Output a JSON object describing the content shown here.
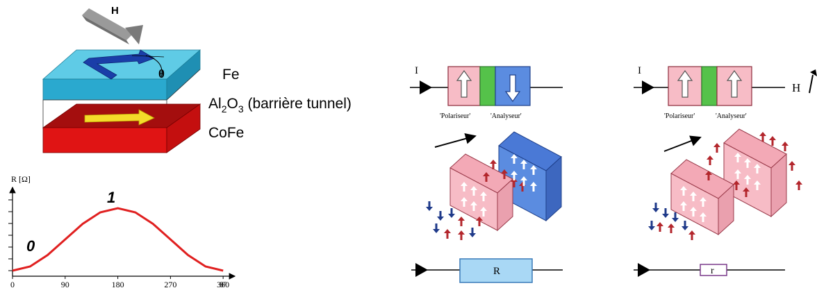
{
  "stack": {
    "field_label": "H",
    "angle_label": "θ",
    "layers": [
      {
        "name": "Fe",
        "color": "#29b6d8"
      },
      {
        "name": "Al₂O₃ (barrière tunnel)",
        "color": "#ffffff"
      },
      {
        "name": "CoFe",
        "color": "#c81414"
      }
    ],
    "label_fe": "Fe",
    "label_al_main": "Al",
    "label_al_sub1": "2",
    "label_al_mid": "O",
    "label_al_sub2": "3",
    "label_al_rest": " (barrière tunnel)",
    "label_cofe": "CoFe"
  },
  "chart_data": {
    "type": "line",
    "ylabel": "R [Ω]",
    "xlabel": "θ°",
    "x_ticks": [
      0,
      90,
      180,
      270,
      360
    ],
    "xlim": [
      0,
      380
    ],
    "series": [
      {
        "points": [
          [
            0,
            0
          ],
          [
            30,
            0.067
          ],
          [
            60,
            0.25
          ],
          [
            90,
            0.5
          ],
          [
            120,
            0.75
          ],
          [
            150,
            0.933
          ],
          [
            180,
            1
          ],
          [
            210,
            0.933
          ],
          [
            240,
            0.75
          ],
          [
            270,
            0.5
          ],
          [
            300,
            0.25
          ],
          [
            330,
            0.067
          ],
          [
            360,
            0
          ]
        ],
        "color": "#e02020"
      }
    ],
    "annotations": [
      "0",
      "1"
    ]
  },
  "left_panel": {
    "current_label": "I",
    "polariseur": "'Polariseur'",
    "analyseur": "'Analyseur'",
    "resistor_label": "R"
  },
  "right_panel": {
    "current_label": "I",
    "field_label": "H",
    "polariseur": "'Polariseur'",
    "analyseur": "'Analyseur'",
    "resistor_label": "r"
  },
  "colors": {
    "pink": "#f7bcc6",
    "blue": "#5b8ce0",
    "green": "#55c24a",
    "resistor_blue": "#a9d8f5",
    "spin_up": "#b3262c",
    "spin_down": "#1f3a8a"
  }
}
